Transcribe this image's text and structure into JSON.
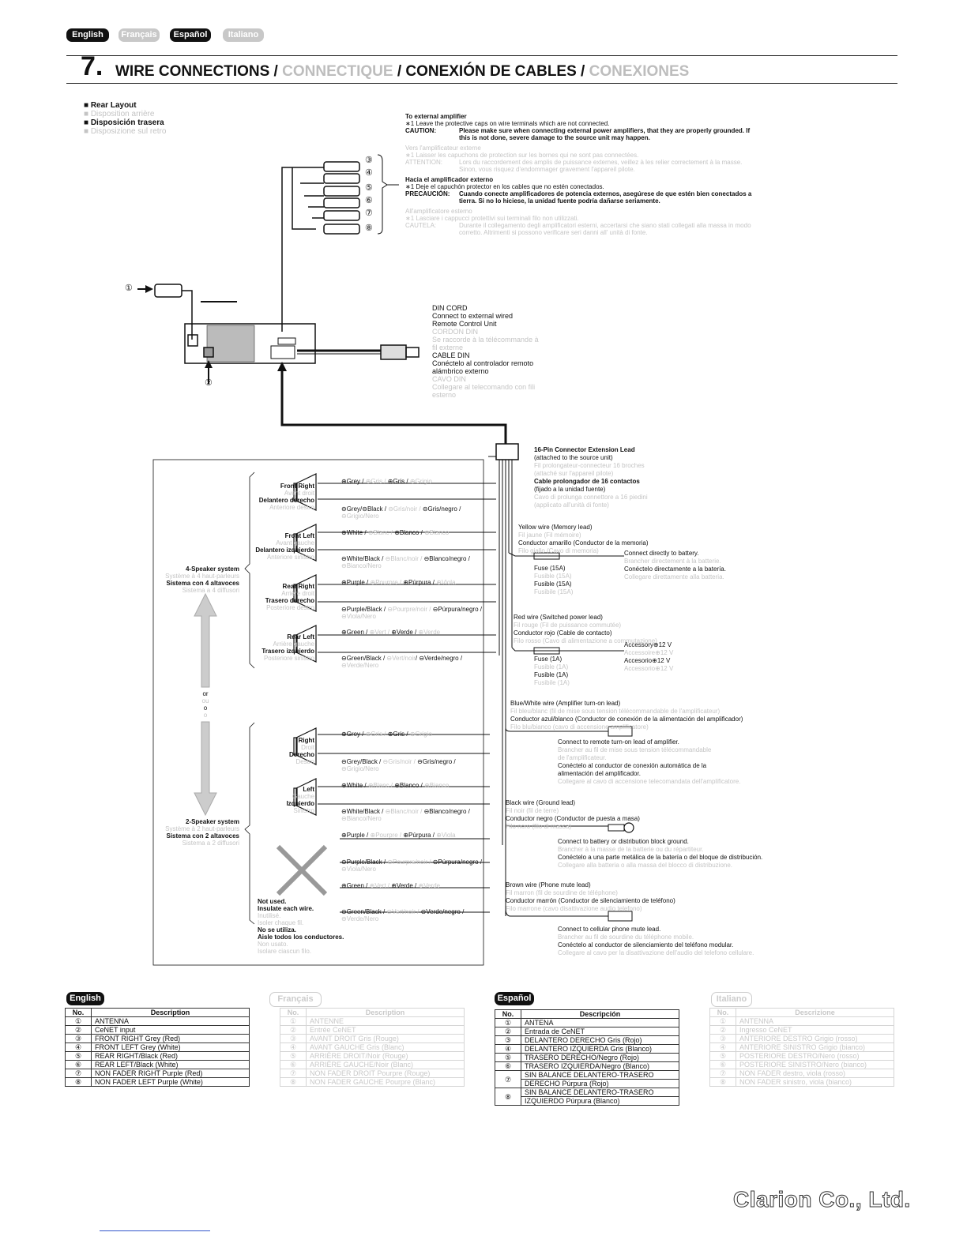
{
  "lang_tabs": [
    "English",
    "Français",
    "Español",
    "Italiano"
  ],
  "header": {
    "number": "7.",
    "title_en": "WIRE CONNECTIONS /",
    "title_fr": "CONNECTIQUE",
    "title_es": "/ CONEXIÓN DE CABLES /",
    "title_it": "CONEXIONES"
  },
  "rear_layout": {
    "en": "Rear Layout",
    "fr": "Disposition arrière",
    "es": "Disposición trasera",
    "it": "Disposizione sul retro"
  },
  "amp": {
    "title_en": "To external amplifier",
    "note_en": "∗1  Leave the protective caps on wire terminals which are not connected.",
    "caution_label": "CAUTION:",
    "caution_en": "Please make sure when connecting external power amplifiers, that they are properly grounded. If this is not done, severe damage to the source unit may happen.",
    "title_fr": "Vers l'amplificateur externe",
    "note_fr": "∗1  Laisser les capuchons de protection sur les bornes qui ne sont pas connectées.",
    "caution_fr_label": "ATTENTION:",
    "caution_fr": "Lors du raccordement des amplis de puissance externes, veillez à les relier correctement à la masse. Sinon, vous risquez d'endommager gravement l'appareil pilote.",
    "title_es": "Hacia el amplificador externo",
    "note_es": "∗1  Deje el capuchón protector en los cables que no estén conectados.",
    "caution_es_label": "PRECAUCIÓN:",
    "caution_es": "Cuando conecte amplificadores de potencia externos, asegúrese de que estén bien conectados a tierra. Si no lo hiciese, la unidad fuente podría dañarse seriamente.",
    "title_it": "All'amplificatore esterno",
    "note_it": "∗1  Lasciare i cappucci protettivi sui terminali filo non utilizzati.",
    "caution_it_label": "CAUTELA:",
    "caution_it": "Durante il collegamento degli amplificatori esterni, accertarsi che siano stati collegati alla massa in modo corretto. Altrimenti si possono verificare seri danni all' unità di fonte."
  },
  "callouts": [
    "①",
    "②",
    "③",
    "④",
    "⑤",
    "⑥",
    "⑦",
    "⑧"
  ],
  "din": {
    "l1": "DIN CORD",
    "l2": "Connect to external wired",
    "l3": "Remote Control Unit",
    "l4": "CORDON DIN",
    "l5": "Se raccorde à la télécommande à",
    "l6": "fil externe",
    "l7": "CABLE DIN",
    "l8": "Conéctelo al controlador remoto",
    "l9": "alámbrico externo",
    "l10": "CAVO DIN",
    "l11": "Collegare al telecomando con fili",
    "l12": "esterno"
  },
  "connector16": {
    "l1": "16-Pin Connector Extension Lead",
    "l2": "(attached to the source unit)",
    "l3": "Fil prolongateur-connecteur 16 broches",
    "l4": "(attaché sur l'appareil pilote)",
    "l5": "Cable prolongador de 16 contactos",
    "l6": "(fijado a la unidad fuente)",
    "l7": "Cavo di prolunga connettore a 16 piedini",
    "l8": "(applicato all'unità di fonte)"
  },
  "yellow": {
    "l1": "Yellow wire (Memory lead)",
    "l2": "Fil jaune (Fil mémoire)",
    "l3": "Conductor amarillo (Conductor de la memoria)",
    "l4": "Filo giallo (Cavo di memoria)",
    "fuse": [
      "Fuse (15A)",
      "Fusible (15A)",
      "Fusible (15A)",
      "Fusibile (15A)"
    ],
    "conn": [
      "Connect directly to battery.",
      "Brancher directement à la batterie.",
      "Conéctelo directamente a la batería.",
      "Collegare direttamente alla batteria."
    ]
  },
  "red": {
    "l1": "Red wire (Switched power lead)",
    "l2": "Fil rouge (Fil de puissance commutée)",
    "l3": "Conductor rojo (Cable de contacto)",
    "l4": "Filo rosso (Cavo di alimentazione a commutazione)",
    "fuse": [
      "Fuse (1A)",
      "Fusible (1A)",
      "Fusible (1A)",
      "Fusibile (1A)"
    ],
    "acc": [
      "Accessory⊕12 V",
      "Accessoire⊕12 V",
      "Accesorio⊕12 V",
      "Accessorio⊕12 V"
    ]
  },
  "bluewhite": {
    "l1": "Blue/White wire (Amplifier turn-on lead)",
    "l2": "Fil bleu/blanc (fil de mise sous tension télécommandable de l'amplificateur)",
    "l3": "Conductor azul/blanco (Conductor de conexión de la alimentación del amplificador)",
    "l4": "Filo blu/bianco (cavo di accensione amplificatore)",
    "c1": "Connect to remote turn-on lead of amplifier.",
    "c2": "Brancher au fil de mise sous tension télécommandable",
    "c3": "de l'amplificateur.",
    "c4": "Conéctelo al conductor de conexión automática de la",
    "c5": "alimentación del amplificador.",
    "c6": "Collegare al cavo di accensione telecomandata dell'amplificatore."
  },
  "black": {
    "l1": "Black wire (Ground lead)",
    "l2": "Fil noir (fil de terre)",
    "l3": "Conductor negro (Conductor de puesta a masa)",
    "l4": "Filo nero (filo di massa)",
    "c1": "Connect to battery or distribution block ground.",
    "c2": "Brancher à la masse de la batterie ou du répartiteur.",
    "c3": "Conéctelo a una parte metálica de la batería o del bloque de distribución.",
    "c4": "Collegare alla batteria o alla massa del blocco di distribuzione."
  },
  "brown": {
    "l1": "Brown wire (Phone mute lead)",
    "l2": "Fil marron (fil de sourdine de téléphone)",
    "l3": "Conductor marrón (Conductor de silenciamiento de teléfono)",
    "l4": "Filo marrone (cavo disattivazione audio telefono)",
    "c1": "Connect to cellular phone mute lead.",
    "c2": "Brancher au fil de sourdine du téléphone mobile.",
    "c3": "Conéctelo al conductor de silenciamiento del teléfono modular.",
    "c4": "Collegare al cavo per la disattivazione dell'audio del telefono cellulare."
  },
  "speakers4": [
    {
      "en": "Front Right",
      "fr": "Avant droit",
      "es": "Delantero derecho",
      "it": "Anteriore destro",
      "pos": [
        "⊕Grey / ",
        "⊕Gris / ",
        "⊕Gris / ",
        "⊕Grigio"
      ],
      "neg": [
        "⊖Grey/⊖Black / ",
        "⊖Gris/noir / ",
        "⊖Gris/negro /",
        "⊖Grigio/Nero"
      ]
    },
    {
      "en": "Front Left",
      "fr": "Avant gauche",
      "es": "Delantero izquierdo",
      "it": "Anteriore sinistro",
      "pos": [
        "⊕White / ",
        "⊕Blanc / ",
        "⊕Blanco / ",
        "⊕Bianco"
      ],
      "neg": [
        "⊖White/Black / ",
        "⊖Blanc/noir / ",
        "⊖Blanco/negro /",
        "⊖Bianco/Nero"
      ]
    },
    {
      "en": "Rear Right",
      "fr": "Arrière droit",
      "es": "Trasero derecho",
      "it": "Posteriore destro",
      "pos": [
        "⊕Purple / ",
        "⊕Pourpre / ",
        "⊕Púrpura / ",
        "⊕Viola"
      ],
      "neg": [
        "⊖Purple/Black / ",
        "⊖Pourpre/noir / ",
        "⊖Púrpura/negro /",
        "⊖Viola/Nero"
      ]
    },
    {
      "en": "Rear Left",
      "fr": "Arrière gauche",
      "es": "Trasero izquierdo",
      "it": "Posteriore sinistro",
      "pos": [
        "⊕Green / ",
        "⊕Vert / ",
        "⊕Verde / ",
        "⊕Verde"
      ],
      "neg": [
        "⊖Green/Black / ",
        "⊖Vert/noir",
        "/ ⊖Verde/negro /",
        "⊖Verde/Nero"
      ]
    }
  ],
  "speakers2": [
    {
      "en": "Right",
      "fr": "Droit",
      "es": "Derecho",
      "it": "Destro",
      "pos": [
        "⊕Grey / ",
        "⊕Gris / ",
        "⊕Gris / ",
        "⊕Grigio"
      ],
      "neg": [
        "⊖Grey/Black / ",
        "⊖Gris/noir / ",
        "⊖Gris/negro /",
        "⊖Grigio/Nero"
      ]
    },
    {
      "en": "Left",
      "fr": "Gauche",
      "es": "Izquierdo",
      "it": "Sinistro",
      "pos": [
        "⊕White / ",
        "⊕Blanc / ",
        "⊕Blanco / ",
        "⊕Bianco"
      ],
      "neg": [
        "⊖White/Black / ",
        "⊖Blanc/noir / ",
        "⊖Blanco/negro /",
        "⊖Bianco/Nero"
      ]
    }
  ],
  "unused_wires": {
    "purple": [
      "⊕Purple / ",
      "⊕Pourpre / ",
      "⊕Púrpura / ",
      "⊕Viola"
    ],
    "purple_neg": [
      "⊖Purple/Black / ",
      "⊖Pourpre/noir / ",
      "⊖Púrpura/negro /",
      "⊖Viola/Nero"
    ],
    "green": [
      "⊕Green / ",
      "⊕Vert / ",
      "⊕Verde / ",
      "⊕Verde"
    ],
    "green_neg": [
      "⊖Green/Black / ",
      "⊖Vert/noir / ",
      "⊖Verde/negro /",
      "⊖Verde/Nero"
    ]
  },
  "system4": [
    "4-Speaker system",
    "Système à 4 haut-parleurs",
    "Sistema con 4 altavoces",
    "Sistema a 4 diffusori"
  ],
  "system2": [
    "2-Speaker system",
    "Système à 2 haut-parleurs",
    "Sistema con 2 altavoces",
    "Sistema a 2 diffusori"
  ],
  "or": [
    "or",
    "ou",
    "o",
    "o"
  ],
  "notused": {
    "l1": "Not used.",
    "l2": "Insulate each wire.",
    "l3": "Inutilisé.",
    "l4": "Isoler chaque fil.",
    "l5": "No se utiliza.",
    "l6": "Aisle todos los conductores.",
    "l7": "Non usato.",
    "l8": "Isolare ciascun filo."
  },
  "tables": {
    "en": {
      "tab": "English",
      "head": [
        "No.",
        "Description"
      ],
      "rows": [
        [
          "①",
          "ANTENNA"
        ],
        [
          "②",
          "CeNET input"
        ],
        [
          "③",
          "FRONT RIGHT Grey (Red)"
        ],
        [
          "④",
          "FRONT LEFT Grey (White)"
        ],
        [
          "⑤",
          "REAR RIGHT/Black (Red)"
        ],
        [
          "⑥",
          "REAR LEFT/Black (White)"
        ],
        [
          "⑦",
          "NON FADER RIGHT Purple (Red)"
        ],
        [
          "⑧",
          "NON FADER LEFT Purple (White)"
        ]
      ]
    },
    "fr": {
      "tab": "Français",
      "head": [
        "No.",
        "Description"
      ],
      "rows": [
        [
          "①",
          "ANTENNE"
        ],
        [
          "②",
          "Entrée CeNET"
        ],
        [
          "③",
          "AVANT DROIT Gris (Rouge)"
        ],
        [
          "④",
          "AVANT GAUCHE Gris (Blanc)"
        ],
        [
          "⑤",
          "ARRIÈRE DROIT/Noir (Rouge)"
        ],
        [
          "⑥",
          "ARRIÈRE GAUCHE/Noir (Blanc)"
        ],
        [
          "⑦",
          "NON FADER DROIT Pourpre (Rouge)"
        ],
        [
          "⑧",
          "NON FADER GAUCHE Pourpre (Blanc)"
        ]
      ]
    },
    "es": {
      "tab": "Español",
      "head": [
        "No.",
        "Descripción"
      ],
      "rows": [
        [
          "①",
          "ANTENA"
        ],
        [
          "②",
          "Entrada de CeNET"
        ],
        [
          "③",
          "DELANTERO DERECHO Gris (Rojo)"
        ],
        [
          "④",
          "DELANTERO IZQUIERDA Gris (Blanco)"
        ],
        [
          "⑤",
          "TRASERO DERECHO/Negro (Rojo)"
        ],
        [
          "⑥",
          "TRASERO IZQUIERDA/Negro (Blanco)"
        ]
      ],
      "row7a": "SIN BALANCE DELANTERO-TRASERO",
      "row7b": "DERECHO Púrpura (Rojo)",
      "row8a": "SIN BALANCE DELANTERO-TRASERO",
      "row8b": "IZQUIERDO Púrpura (Blanco)",
      "n7": "⑦",
      "n8": "⑧"
    },
    "it": {
      "tab": "Italiano",
      "head": [
        "No.",
        "Descrizione"
      ],
      "rows": [
        [
          "①",
          "ANTENNA"
        ],
        [
          "②",
          "Ingresso CeNET"
        ],
        [
          "③",
          "ANTERIORE DESTRO Grigio (rosso)"
        ],
        [
          "④",
          "ANTERIORE SINISTRO Grigio (bianco)"
        ],
        [
          "⑤",
          "POSTERIORE DESTRO/Nero (rosso)"
        ],
        [
          "⑥",
          "POSTERIORE SINISTRO/Nero (bianco)"
        ],
        [
          "⑦",
          "NON FADER destro, viola (rosso)"
        ],
        [
          "⑧",
          "NON FADER sinistro, viola (bianco)"
        ]
      ]
    }
  },
  "logo": "Clarion Co., Ltd."
}
